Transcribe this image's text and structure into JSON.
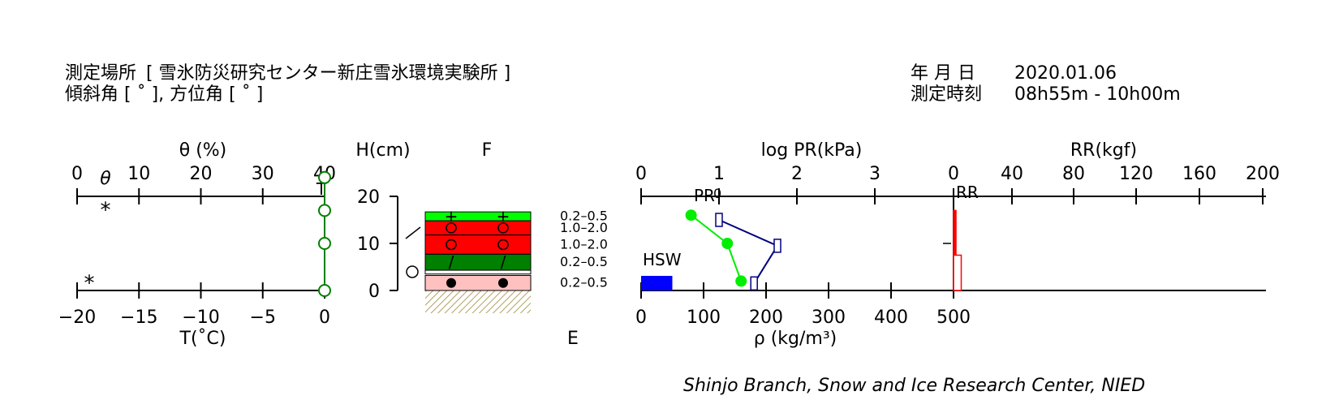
{
  "header": {
    "site_label": "測定場所",
    "site_name": "[ 雪氷防災研究センター新庄雪氷環境実験所 ]",
    "slope_label": "傾斜角 [ ˚ ], 方位角 [ ˚ ]",
    "date_label": "年 月 日",
    "date_value": "2020.01.06",
    "time_label": "測定時刻",
    "time_value": "08h55m - 10h00m"
  },
  "credit": "Shinjo Branch, Snow and Ice Research Center, NIED",
  "colors": {
    "temperature": "#008000",
    "wetness": "#00ee00",
    "density": "#0000ff",
    "log_pr": "#000080",
    "ram": "#ff0000",
    "layer_light_green": "#00ff00",
    "layer_red": "#ff0000",
    "layer_dark_green": "#008000",
    "layer_pink": "#ffc0c0",
    "ground_hatch": "#b0a060"
  },
  "chart_data": [
    {
      "type": "line",
      "name": "temperature_wetness_panel",
      "top_axis": {
        "label": "θ (%)",
        "ticks": [
          "0",
          "10",
          "20",
          "30",
          "40"
        ],
        "range": [
          0,
          40
        ]
      },
      "bottom_axis": {
        "label": "T(˚C)",
        "ticks": [
          "−20",
          "−15",
          "−10",
          "−5",
          "0"
        ],
        "range": [
          -20,
          0
        ]
      },
      "series": [
        {
          "name": "T",
          "x": [
            0,
            0,
            0,
            0
          ],
          "y": [
            0,
            10,
            17,
            24
          ]
        },
        {
          "name": "θ",
          "x": [],
          "y": []
        }
      ],
      "annotations": [
        {
          "text": "θ",
          "y": 24
        },
        {
          "text": "*",
          "y": 17
        },
        {
          "text": "*",
          "y": 1.5
        }
      ]
    },
    {
      "type": "table",
      "name": "stratigraphy",
      "axis": {
        "label": "H(cm)",
        "ticks": [
          "0",
          "10",
          "20"
        ],
        "range": [
          0,
          20
        ]
      },
      "col_label_top": "F",
      "col_label_bottom": "E",
      "layers": [
        {
          "bottom": 14.8,
          "top": 16.7,
          "color": "#00ff00",
          "symbol": "+",
          "grain_size": "0.2–0.5"
        },
        {
          "bottom": 11.8,
          "top": 14.8,
          "color": "#ff0000",
          "symbol": "o",
          "grain_size": "1.0–2.0"
        },
        {
          "bottom": 7.7,
          "top": 11.8,
          "color": "#ff0000",
          "symbol": "o",
          "grain_size": "1.0–2.0"
        },
        {
          "bottom": 4.3,
          "top": 7.7,
          "color": "#008000",
          "symbol": "/",
          "grain_size": "0.2–0.5"
        },
        {
          "bottom": 3.5,
          "top": 4.3,
          "color": "#ffffff",
          "symbol": "",
          "grain_size": ""
        },
        {
          "bottom": 0.0,
          "top": 3.2,
          "color": "#ffc0c0",
          "symbol": "•",
          "grain_size": "0.2–0.5"
        }
      ]
    },
    {
      "type": "line",
      "name": "density_log_pr_panel",
      "top_axis": {
        "label": "log PR(kPa)",
        "ticks": [
          "0",
          "1",
          "2",
          "3"
        ],
        "range": [
          0,
          4
        ]
      },
      "bottom_axis": {
        "label": "ρ (kg/m³)",
        "ticks": [
          "0",
          "100",
          "200",
          "300",
          "400",
          "500"
        ],
        "range": [
          0,
          500
        ]
      },
      "series": [
        {
          "name": "ρ",
          "x": [
            80,
            138,
            160
          ],
          "y": [
            16,
            10,
            2
          ]
        },
        {
          "name": "PR",
          "x": [
            1.0,
            1.75,
            1.45
          ],
          "y": [
            15,
            9.5,
            1.5
          ]
        }
      ],
      "swe_bar": {
        "label": "HSW",
        "value": 50
      },
      "label_pr": "PR",
      "label_pr_mark": "0"
    },
    {
      "type": "bar",
      "name": "ram_panel",
      "top_axis": {
        "label": "RR(kgf)",
        "ticks": [
          "0",
          "40",
          "80",
          "120",
          "160",
          "200"
        ],
        "range": [
          0,
          200
        ]
      },
      "bottom_axis": {
        "ticks": []
      },
      "label": "RR",
      "series": [
        {
          "name": "RR",
          "bottom": [
            7.5,
            0.0
          ],
          "top": [
            17.0,
            7.5
          ],
          "values": [
            1,
            5
          ]
        }
      ]
    }
  ]
}
